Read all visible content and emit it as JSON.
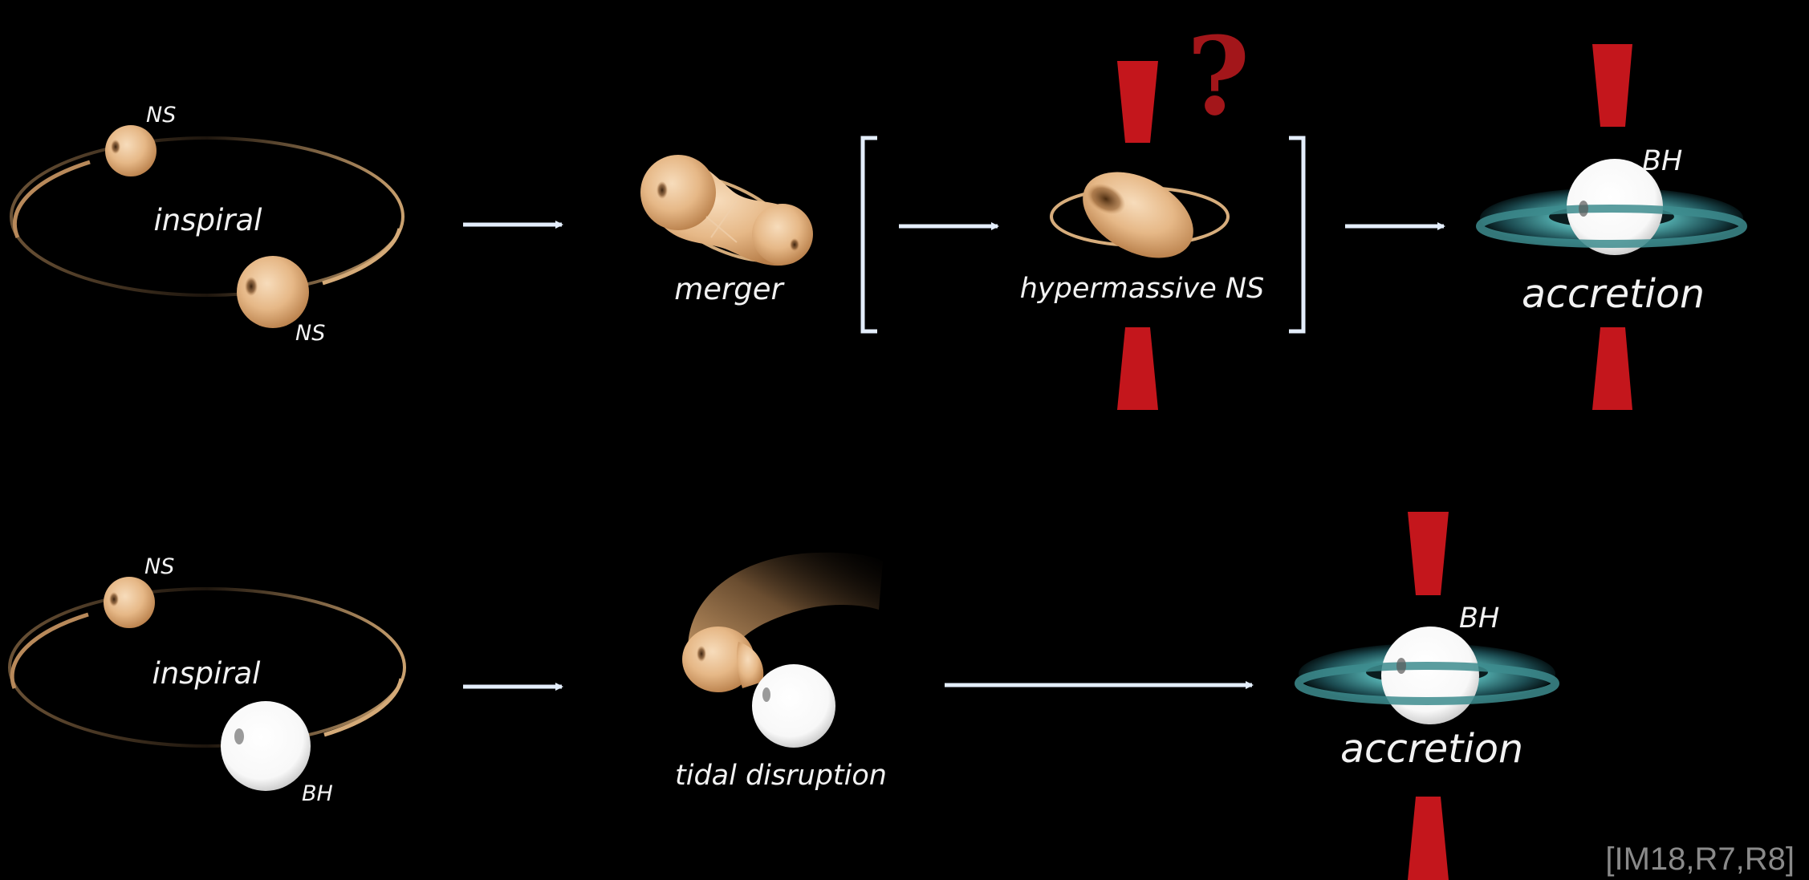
{
  "top_row": {
    "inspiral": {
      "label": "inspiral",
      "star_a": "NS",
      "star_b": "NS"
    },
    "merger": {
      "label": "merger"
    },
    "hmns": {
      "label": "hypermassive NS",
      "question_mark": "?"
    },
    "final": {
      "label": "accretion",
      "remnant": "BH"
    }
  },
  "bottom_row": {
    "inspiral": {
      "label": "inspiral",
      "star_a": "NS",
      "star_b": "BH"
    },
    "disruption": {
      "label": "tidal disruption"
    },
    "final": {
      "label": "accretion",
      "remnant": "BH"
    }
  },
  "reference": "[IM18,R7,R8]",
  "colors": {
    "background": "#000000",
    "neutron_star": "#e9bd8c",
    "black_hole": "#ffffff",
    "arrow": "#e4eefc",
    "jet": "#c4161c",
    "disk": "#2f7c80",
    "orbit": "#c99e6c"
  }
}
